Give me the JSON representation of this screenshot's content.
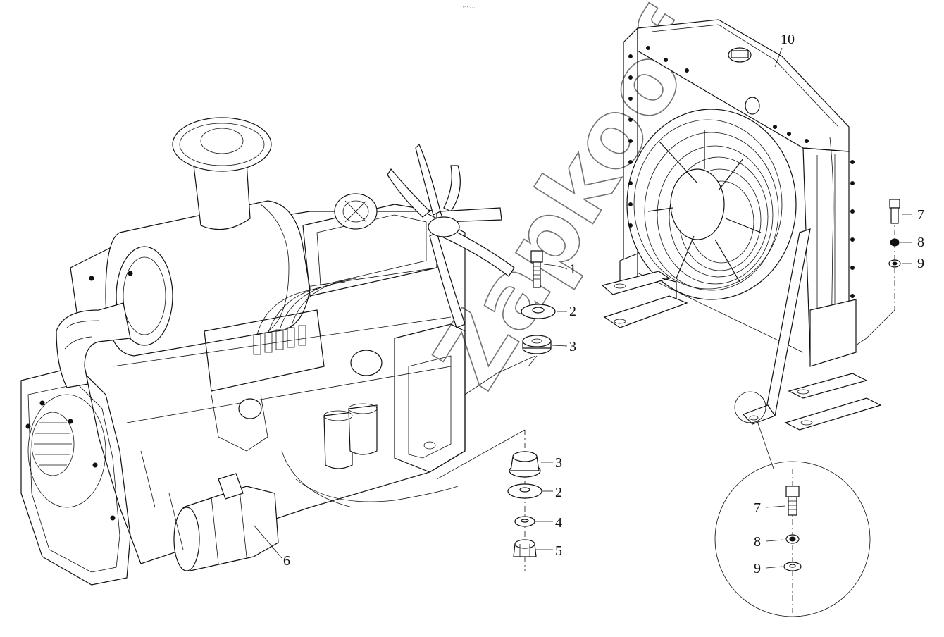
{
  "header": {
    "tiny_text": "\"’’’ ∙∙∙"
  },
  "watermark": {
    "text": "Zapkoof"
  },
  "callouts": {
    "c1": "1",
    "c2a": "2",
    "c3a": "3",
    "c3b": "3",
    "c2b": "2",
    "c4": "4",
    "c5": "5",
    "c6": "6",
    "c10": "10",
    "c7a": "7",
    "c8a": "8",
    "c9a": "9",
    "c7b": "7",
    "c8b": "8",
    "c9b": "9"
  }
}
